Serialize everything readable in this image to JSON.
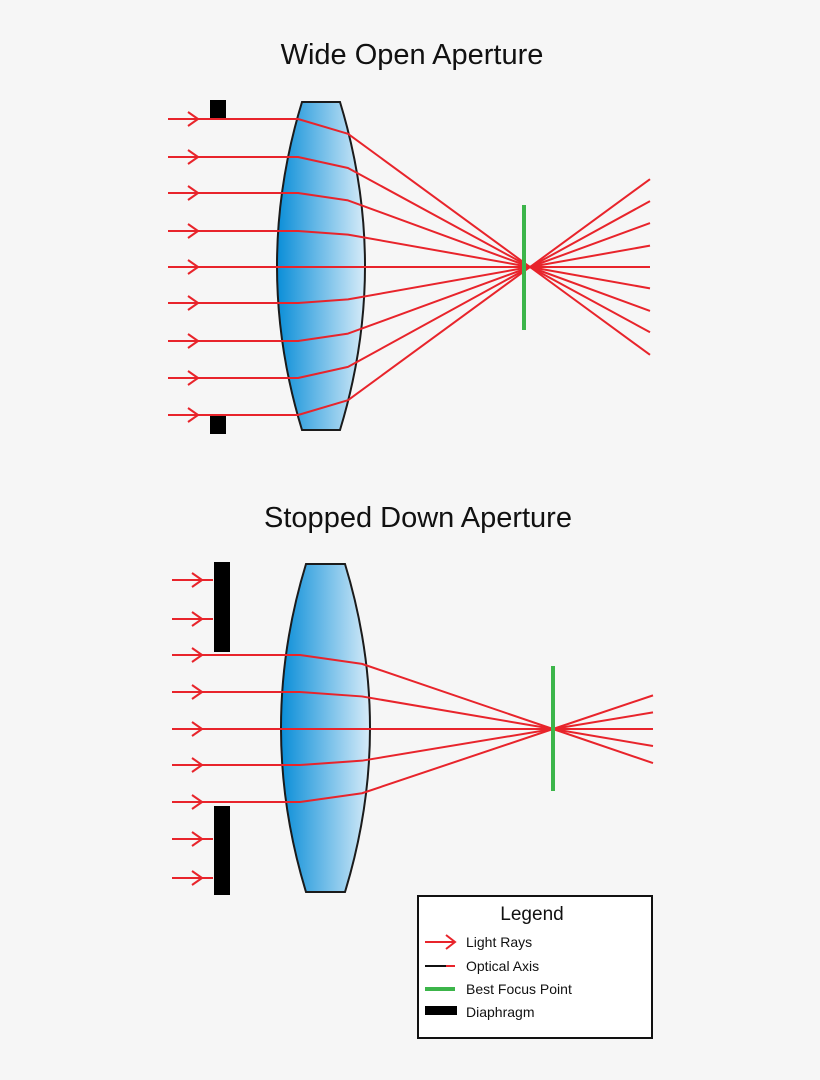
{
  "panels": [
    {
      "title": "Wide Open Aperture"
    },
    {
      "title": "Stopped Down Aperture"
    }
  ],
  "legend": {
    "title": "Legend",
    "items": [
      {
        "label": "Light Rays",
        "symbol": "arrow"
      },
      {
        "label": "Optical Axis",
        "symbol": "axis"
      },
      {
        "label": "Best Focus Point",
        "symbol": "focus"
      },
      {
        "label": "Diaphragm",
        "symbol": "diaphragm"
      }
    ]
  },
  "colors": {
    "ray": "#e8242b",
    "axis": "#111111",
    "focus": "#3cb54a",
    "diaphragm": "#000000",
    "lens_dark": "#0a8ed8",
    "lens_light": "#d6ebf8",
    "lens_outline": "#1b1b1b",
    "background": "#f6f6f6"
  }
}
